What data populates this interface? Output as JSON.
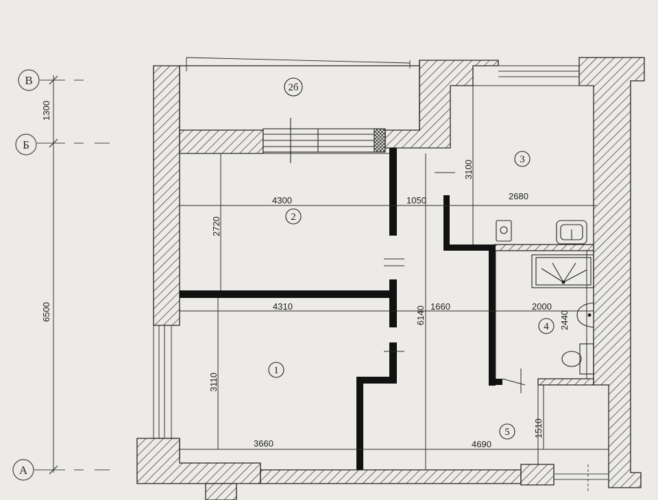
{
  "axes": {
    "v": "В",
    "b": "Б",
    "a": "А"
  },
  "side_dims": {
    "top": "1300",
    "main": "6500"
  },
  "rooms": {
    "r1": "1",
    "r2": "2",
    "r2b": "2б",
    "r3": "3",
    "r4": "4",
    "r5": "5"
  },
  "dims": {
    "d4300": "4300",
    "d1050": "1050",
    "d2680": "2680",
    "d2720": "2720",
    "d3100": "3100",
    "d4310": "4310",
    "d6140": "6140",
    "d1660": "1660",
    "d2000": "2000",
    "d2440": "2440",
    "d3110": "3110",
    "d3660": "3660",
    "d4690": "4690",
    "d1510": "1510"
  },
  "colors": {
    "paper": "#ecebe7",
    "ink": "#111111",
    "line": "#2b2b2b",
    "faint": "#8a8a8a"
  }
}
